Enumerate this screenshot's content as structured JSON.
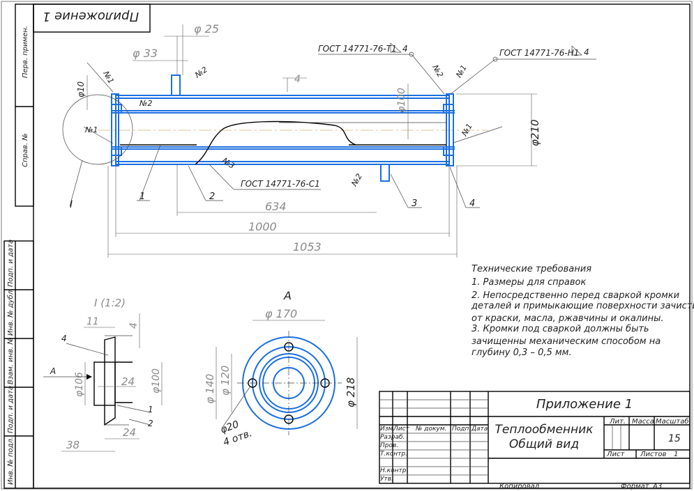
{
  "appendix_box_label": "Приложение 1",
  "side_stamps": [
    "Перв. примен.",
    "Справ. №",
    "Подп. и дата",
    "Инв. № дубл.",
    "Взам. инв. №",
    "Подп. и дата",
    "Инв. № подл."
  ],
  "main_view": {
    "gost_t1": "ГОСТ 14771-76-Т1",
    "gost_t1_leg": "4",
    "gost_h1": "ГОСТ 14771-76-Н1",
    "gost_h1_leg": "4",
    "gost_c1": "ГОСТ 14771-76-С1",
    "dims": {
      "d25": "φ 25",
      "d33": "φ 33",
      "d10": "φ10",
      "d100": "φ100",
      "d210": "φ210",
      "thk4": "4",
      "l634": "634",
      "l1000": "1000",
      "l1053": "1053"
    },
    "weld_marks": {
      "n1": "№1",
      "n2": "№2",
      "n3": "№3"
    },
    "callouts": [
      "1",
      "2",
      "3",
      "4"
    ],
    "detail_ref": "I"
  },
  "detail_view": {
    "title": "I (1:2)",
    "dims": {
      "d11": "11",
      "d4": "4",
      "d106": "φ106",
      "d24a": "24",
      "d100": "φ100",
      "d24b": "24",
      "d38": "38"
    },
    "callouts": [
      "4",
      "1",
      "2"
    ],
    "arrow_label": "А"
  },
  "flange_view": {
    "title": "А",
    "dims": {
      "d170": "φ 170",
      "d140": "φ 140",
      "d120": "φ 120",
      "d218": "φ 218",
      "d20": "φ20",
      "holes": "4 отв."
    }
  },
  "tech_requirements": {
    "title": "Технические требования",
    "lines": [
      "1. Размеры для справок",
      "2. Непосредственно перед сваркой кромки",
      "деталей и примыкающие поверхности зачистить",
      "от краски, масла, ржавчины и окалины.",
      "3. Кромки под сваркой должны быть",
      "зачищенны механическим способом на",
      "глубину 0,3 – 0,5 мм."
    ]
  },
  "title_block": {
    "doc_code": "Приложение 1",
    "name_line1": "Теплообменник",
    "name_line2": "Общий вид",
    "headers": {
      "izm": "Изм.",
      "list": "Лист",
      "ndoc": "№ докум.",
      "podp": "Подп.",
      "data": "Дата"
    },
    "rows": [
      "Разраб.",
      "Пров.",
      "Т.контр.",
      "",
      "Н.контр.",
      "Утв."
    ],
    "lit": "Лит.",
    "massa": "Масса",
    "masshtab": "Масштаб",
    "scale_value": "15",
    "sheet": "Лист",
    "sheets": "Листов",
    "sheets_value": "1",
    "copied": "Копировал",
    "format": "Формат",
    "format_value": "А3"
  }
}
